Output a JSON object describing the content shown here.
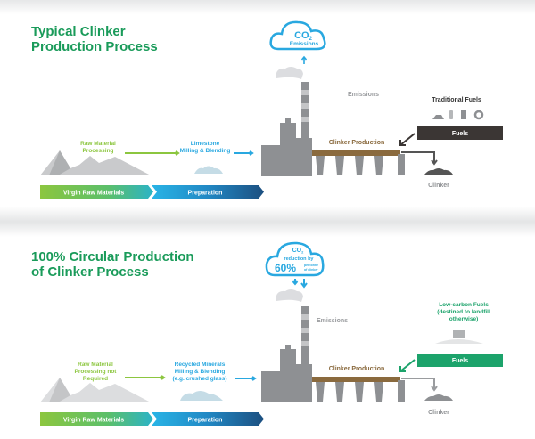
{
  "colors": {
    "green_title": "#1a9b5a",
    "raw_green": "#8cc63f",
    "blue": "#29a8e0",
    "brown": "#8a6a3e",
    "grey": "#8e9093",
    "dark_fuel": "#3b3634",
    "green_fuel": "#1ca36b"
  },
  "panel1": {
    "title_line1": "Typical Clinker",
    "title_line2": "Production Process",
    "cloud_line1": "CO",
    "cloud_sub": "2",
    "cloud_line2": "Emissions",
    "emissions": "Emissions",
    "clinker_production": "Clinker Production",
    "traditional_fuels": "Traditional Fuels",
    "fuels": "Fuels",
    "clinker": "Clinker",
    "raw_line1": "Raw Material",
    "raw_line2": "Processing",
    "prep_line1": "Limestone",
    "prep_line2": "Milling & Blending",
    "bar_virgin": "Virgin Raw Materials",
    "bar_prep": "Preparation"
  },
  "panel2": {
    "title_line1": "100% Circular Production",
    "title_line2": "of Clinker Process",
    "cloud_line1": "CO",
    "cloud_sub": "2",
    "cloud_line2": "reduction by",
    "cloud_percent": "60%",
    "cloud_note1": "per tonne",
    "cloud_note2": "of clinker",
    "emissions": "Emissions",
    "clinker_production": "Clinker Production",
    "lowcarbon_line1": "Low-carbon Fuels",
    "lowcarbon_line2": "(destined to landfill",
    "lowcarbon_line3": "otherwise)",
    "fuels": "Fuels",
    "clinker": "Clinker",
    "raw_line1": "Raw Material",
    "raw_line2": "Processing not",
    "raw_line3": "Required",
    "prep_line1": "Recycled Minerals",
    "prep_line2": "Milling & Blending",
    "prep_line3": "(e.g. crushed glass)",
    "bar_virgin": "Virgin Raw Materials",
    "bar_prep": "Preparation"
  }
}
